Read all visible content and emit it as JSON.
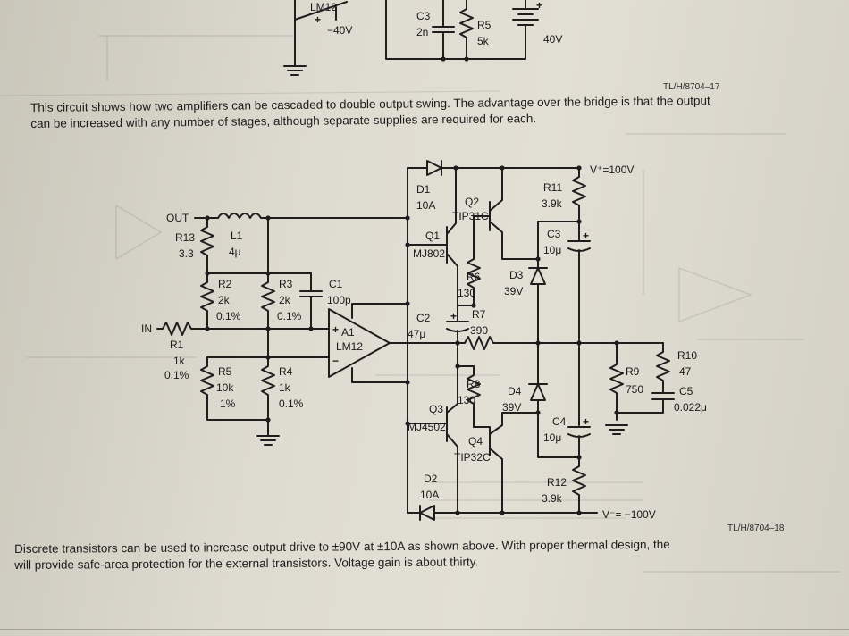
{
  "captions": {
    "top": {
      "line1": "This circuit shows how two amplifiers can be cascaded to double output swing. The advantage over the bridge is that the output",
      "line2": "can be increased with any number of stages, although separate supplies are required for each."
    },
    "bottom": {
      "line1": "Discrete transistors can be used to increase output drive to ±90V at ±10A as shown above. With proper thermal design, the",
      "line2": "will provide safe-area protection for the external transistors. Voltage gain is about thirty."
    }
  },
  "figure_ids": {
    "fig17": "TL/H/8704–17",
    "fig18": "TL/H/8704–18"
  },
  "top_circuit": {
    "amp_label": "LM12",
    "neg_supply": "−40V",
    "c3": {
      "name": "C3",
      "value": "2n"
    },
    "r5": {
      "name": "R5",
      "value": "5k"
    },
    "supply": "40V",
    "plus": "+"
  },
  "main_circuit": {
    "out": "OUT",
    "in": "IN",
    "vplus": "V⁺=100V",
    "vminus": "V⁻= −100V",
    "amp": {
      "name": "A1",
      "part": "LM12",
      "plus": "+",
      "minus": "−"
    },
    "l1": {
      "name": "L1",
      "value": "4μ"
    },
    "r13": {
      "name": "R13",
      "value": "3.3"
    },
    "r1": {
      "name": "R1",
      "value": "1k",
      "tol": "0.1%"
    },
    "r2": {
      "name": "R2",
      "value": "2k",
      "tol": "0.1%"
    },
    "r3": {
      "name": "R3",
      "value": "2k",
      "tol": "0.1%"
    },
    "r4": {
      "name": "R4",
      "value": "1k",
      "tol": "0.1%"
    },
    "r5": {
      "name": "R5",
      "value": "10k",
      "tol": "1%"
    },
    "c1": {
      "name": "C1",
      "value": "100p"
    },
    "d1": {
      "name": "D1",
      "value": "10A"
    },
    "d2": {
      "name": "D2",
      "value": "10A"
    },
    "q1": {
      "name": "Q1",
      "part": "MJ802"
    },
    "q2": {
      "name": "Q2",
      "part": "TIP31C"
    },
    "q3": {
      "name": "Q3",
      "part": "MJ4502"
    },
    "q4": {
      "name": "Q4",
      "part": "TIP32C"
    },
    "r6": {
      "name": "R6",
      "value": "130"
    },
    "r7": {
      "name": "R7",
      "value": "390"
    },
    "r8": {
      "name": "R8",
      "value": "130"
    },
    "r9": {
      "name": "R9",
      "value": "750"
    },
    "r10": {
      "name": "R10",
      "value": "47"
    },
    "r11": {
      "name": "R11",
      "value": "3.9k"
    },
    "r12": {
      "name": "R12",
      "value": "3.9k"
    },
    "c2": {
      "name": "C2",
      "value": "47μ",
      "plus": "+"
    },
    "c3": {
      "name": "C3",
      "value": "10μ",
      "plus": "+"
    },
    "c4": {
      "name": "C4",
      "value": "10μ",
      "plus": "+"
    },
    "c5": {
      "name": "C5",
      "value": "0.022μ"
    },
    "d3": {
      "name": "D3",
      "value": "39V"
    },
    "d4": {
      "name": "D4",
      "value": "39V"
    }
  },
  "colors": {
    "ink": "#1e1e1e",
    "paper": "#dedbd0"
  }
}
